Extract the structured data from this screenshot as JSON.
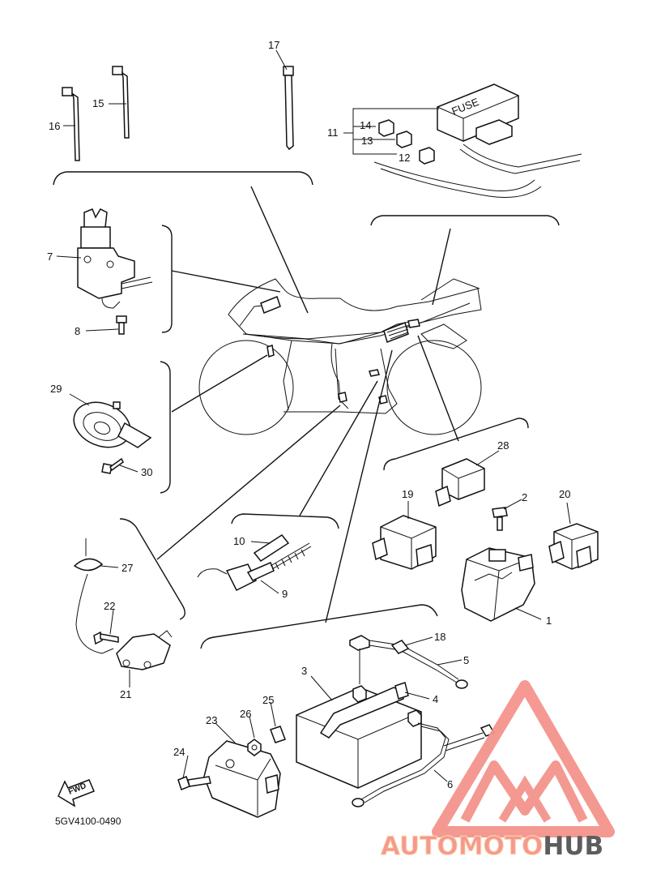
{
  "callouts": {
    "c1": "1",
    "c2": "2",
    "c3": "3",
    "c4": "4",
    "c5": "5",
    "c6": "6",
    "c7": "7",
    "c8": "8",
    "c9": "9",
    "c10": "10",
    "c11": "11",
    "c12": "12",
    "c13": "13",
    "c14": "14",
    "c15": "15",
    "c16": "16",
    "c17": "17",
    "c18": "18",
    "c19": "19",
    "c20": "20",
    "c21": "21",
    "c22": "22",
    "c23": "23",
    "c24": "24",
    "c25": "25",
    "c26": "26",
    "c27": "27",
    "c28": "28",
    "c29": "29",
    "c30": "30"
  },
  "fuse_box_text": "FUSE",
  "fwd_text": "FWD",
  "diagram_code": "5GV4100-0490",
  "watermark": {
    "part1": "AUTOMOTO",
    "part2": "HUB"
  },
  "colors": {
    "watermark_primary": "#f4948c",
    "watermark_secondary": "#ffd9a8",
    "watermark_hub": "#555555"
  }
}
